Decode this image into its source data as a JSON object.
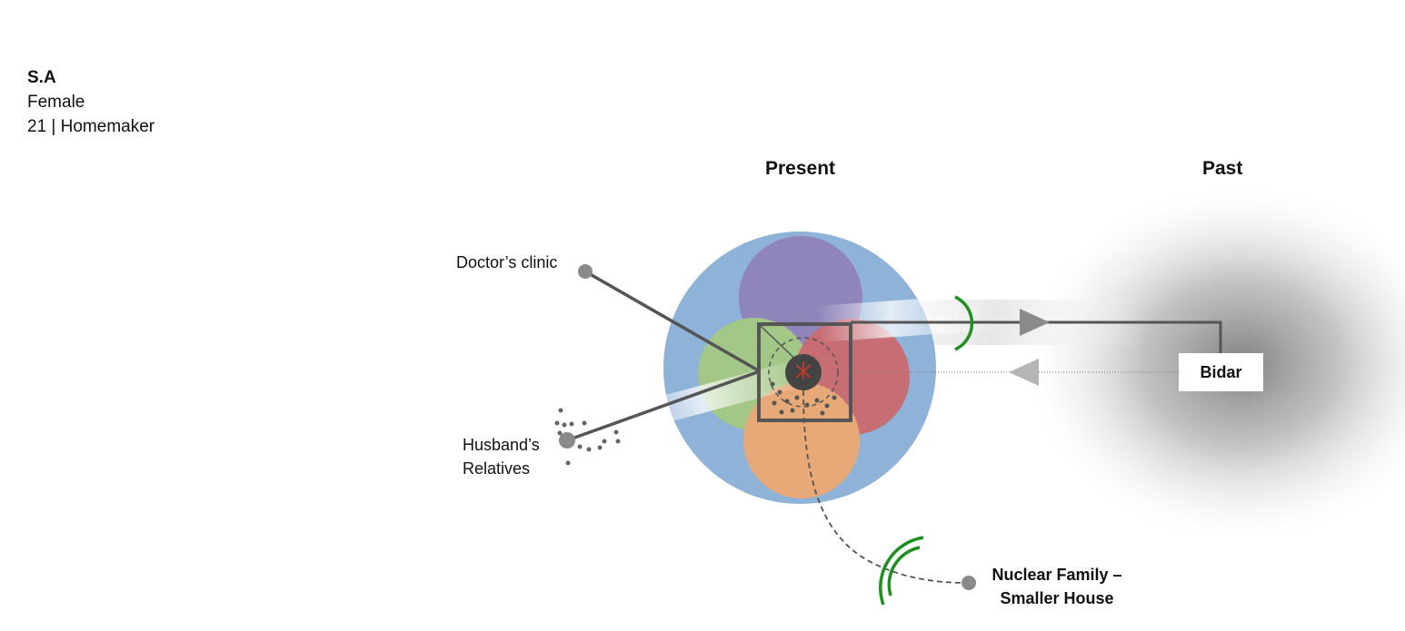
{
  "profile": {
    "name": "S.A",
    "gender": "Female",
    "age": "21",
    "separator": "|",
    "occupation": "Homemaker"
  },
  "headers": {
    "present": "Present",
    "past": "Past"
  },
  "labels": {
    "doctors_clinic": "Doctor’s clinic",
    "husbands_relatives_line1": "Husband’s",
    "husbands_relatives_line2": "Relatives",
    "bidar": "Bidar",
    "nuclear_family_line1": "Nuclear Family –",
    "nuclear_family_line2": "Smaller House"
  },
  "colors": {
    "outer_circle": "#8fb2d8",
    "top_circle": "#9085bb",
    "left_circle": "#a3c787",
    "right_circle": "#c96a6e",
    "bottom_circle": "#e7a978",
    "line": "#555555",
    "arc_green": "#1f8f1f",
    "core": "#444444",
    "core_mark": "#c0392b"
  }
}
